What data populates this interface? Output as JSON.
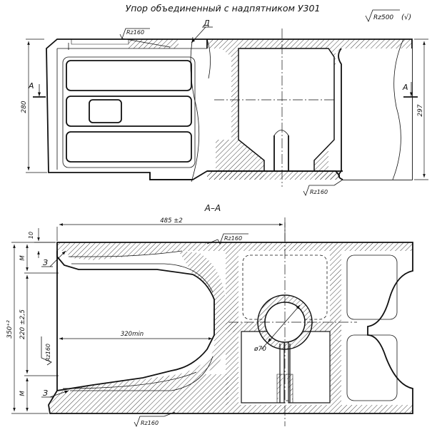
{
  "title": "Упор объединенный с надпятником У301",
  "roughness_general": "Rz500",
  "roughness_general_suffix": "(√)",
  "rz_top1": "Rz160",
  "rz_top2": "Rz160",
  "rz_bottom1": "Rz160",
  "rz_side": "Rz160",
  "rz_bottom2": "Rz160",
  "leader_d": "Д",
  "section_mark_left": "А",
  "section_mark_right": "А",
  "section_title": "А–А",
  "dim_280": "280",
  "dim_297": "297",
  "dim_485": "485 ±2",
  "dim_10": "10",
  "dim_M_top": "М",
  "dim_M_bottom": "М",
  "dim_350": "350⁺²",
  "dim_220": "220 ±2,5",
  "dim_320": "320min",
  "dim_phi70": "ø70",
  "label_3_top": "З",
  "label_3_bottom": "З",
  "colors": {
    "ink": "#111111",
    "paper": "#ffffff"
  }
}
